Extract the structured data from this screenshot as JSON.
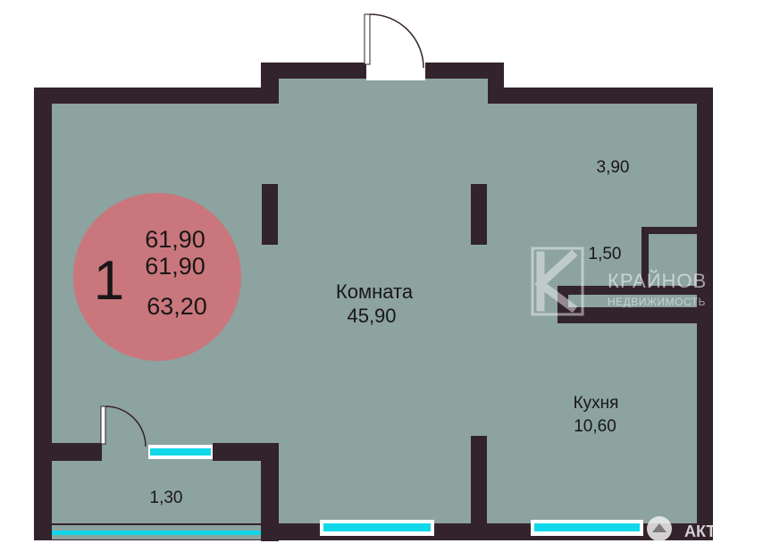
{
  "badge": {
    "rooms": "1",
    "area_total": "61,90",
    "area_living": "61,90",
    "area_with_balcony": "63,20"
  },
  "rooms": {
    "main_room": {
      "name": "Комната",
      "area": "45,90"
    },
    "kitchen": {
      "name": "Кухня",
      "area": "10,60"
    },
    "hall": {
      "area": "3,90"
    },
    "bathroom": {
      "area": "1,50"
    },
    "balcony": {
      "area": "1,30"
    }
  },
  "watermark": {
    "brand": "КРАЙНОВ",
    "subtitle": "НЕДВИЖИМОСТЬ",
    "corner": "АКТ"
  },
  "colors": {
    "floor": "#8ca39f",
    "wall": "#33232c",
    "window": "#10d8ea",
    "badge": "#c9777c"
  }
}
